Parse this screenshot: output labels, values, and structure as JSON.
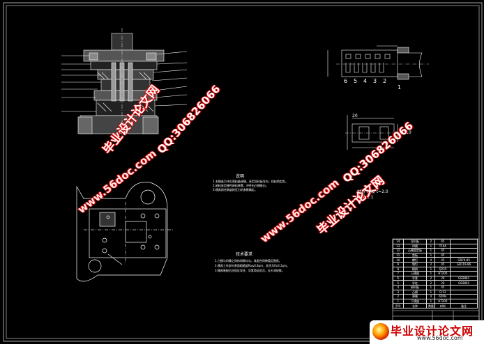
{
  "watermarks": {
    "url": "www.56doc.com",
    "title": "毕业设计论文网",
    "qq": "QQ:306826066"
  },
  "brand": {
    "title": "毕业设计论文网",
    "url": "www.56doc.com"
  },
  "strip": {
    "numbers": [
      "6",
      "5",
      "4",
      "3",
      "2",
      "1"
    ]
  },
  "part": {
    "scale_note": "材料 厚度 t=2.0",
    "qty_note": "数量 1:1"
  },
  "tech_req": {
    "title": "技术要求",
    "lines": [
      "1.凸模与凹模之间的间隙均匀，其配合间隙值见图纸。",
      "2.模具工作部分表面粗糙度Ra≤0.8μm，其余为Ra3.2μm。",
      "3.模具装配后应保证导柱、导套滑动灵活，无卡滞现象。"
    ]
  },
  "notes": {
    "title": "说明",
    "lines": [
      "1.本模具为冲孔落料级进模，采用导料板导向，挡料销定距。",
      "2.卸料采用弹性卸料装置，冲件由凸模推出。",
      "3.模具闭合高度按压力机参数确定。"
    ]
  },
  "bom": {
    "rows": [
      [
        "14",
        "导料板",
        "2",
        "45",
        ""
      ],
      [
        "13",
        "凹模",
        "1",
        "T10A",
        ""
      ],
      [
        "12",
        "凸模固定板",
        "1",
        "45",
        ""
      ],
      [
        "11",
        "垫板",
        "1",
        "45",
        ""
      ],
      [
        "10",
        "螺钉",
        "4",
        "45",
        "GB70-85"
      ],
      [
        "9",
        "销钉",
        "2",
        "45",
        "GB119-86"
      ],
      [
        "8",
        "模柄",
        "1",
        "Q235",
        ""
      ],
      [
        "7",
        "上模座",
        "1",
        "HT200",
        ""
      ],
      [
        "6",
        "导套",
        "2",
        "20",
        "GB2861"
      ],
      [
        "5",
        "导柱",
        "2",
        "20",
        "GB2861"
      ],
      [
        "4",
        "卸料板",
        "1",
        "45",
        ""
      ],
      [
        "3",
        "凸模",
        "1",
        "Cr12",
        ""
      ],
      [
        "2",
        "弹簧",
        "4",
        "65Mn",
        ""
      ],
      [
        "1",
        "下模座",
        "1",
        "HT200",
        ""
      ]
    ],
    "header": [
      "序号",
      "名称",
      "数量",
      "材料",
      "备注"
    ]
  }
}
